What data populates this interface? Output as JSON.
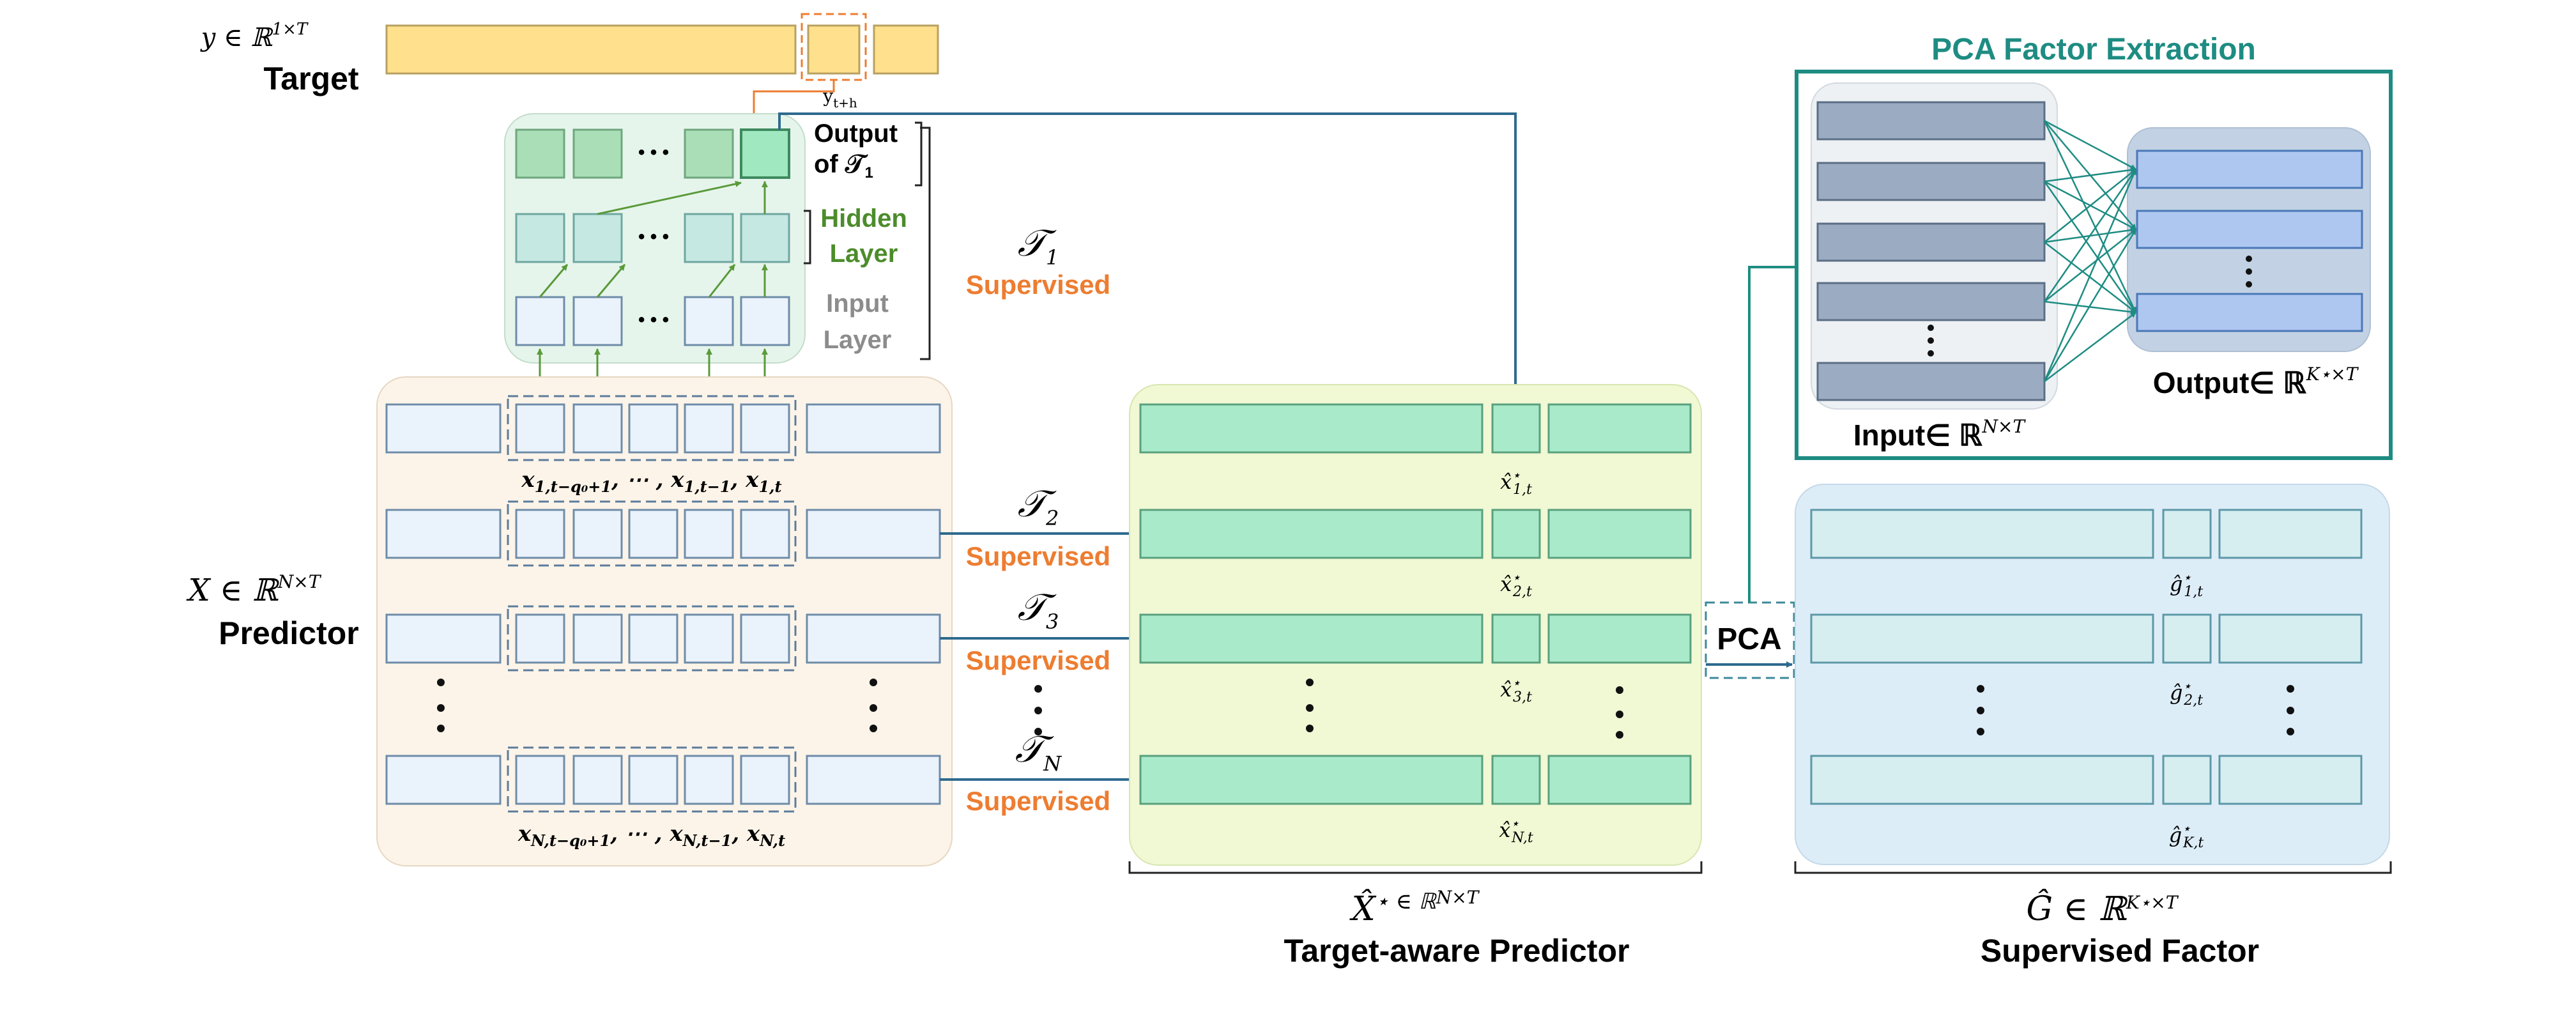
{
  "target": {
    "math": "y ∈ ℝ",
    "sup": "1×T",
    "label": "Target",
    "tick": "y",
    "tick_sub": "t+h"
  },
  "network": {
    "output_line1": "Output",
    "output_line2": "of 𝒯",
    "output_sub": "1",
    "hidden_line1": "Hidden",
    "hidden_line2": "Layer",
    "input_line1": "Input",
    "input_line2": "Layer",
    "ellipsis": "• • •"
  },
  "predictor": {
    "math": "X ∈ ℝ",
    "sup": "N×T",
    "label": "Predictor",
    "row1_lag": "x",
    "row1_lag_sub": "1,t−q₀+1",
    "row1_lag_rest": ", ⋯ , x",
    "row1_lag_sub2": "1,t−1",
    "row1_lag_rest2": ", x",
    "row1_lag_sub3": "1,t",
    "rowN_lag": "x",
    "rowN_lag_sub": "N,t−q₀+1",
    "rowN_lag_rest": ", ⋯ , x",
    "rowN_lag_sub2": "N,t−1",
    "rowN_lag_rest2": ", x",
    "rowN_lag_sub3": "N,t"
  },
  "tasks": [
    {
      "symbol": "𝒯",
      "sub": "1",
      "label": "Supervised"
    },
    {
      "symbol": "𝒯",
      "sub": "2",
      "label": "Supervised"
    },
    {
      "symbol": "𝒯",
      "sub": "3",
      "label": "Supervised"
    },
    {
      "symbol": "𝒯",
      "sub": "N",
      "label": "Supervised"
    }
  ],
  "target_aware": {
    "math": "X̂",
    "math_rest": "⋆ ∈ ℝ",
    "sup": "N×T",
    "label": "Target-aware Predictor",
    "cells": [
      {
        "sym": "x̂",
        "star": "⋆",
        "sub": "1,t"
      },
      {
        "sym": "x̂",
        "star": "⋆",
        "sub": "2,t"
      },
      {
        "sym": "x̂",
        "star": "⋆",
        "sub": "3,t"
      },
      {
        "sym": "x̂",
        "star": "⋆",
        "sub": "N,t"
      }
    ]
  },
  "pca": {
    "button": "PCA",
    "title": "PCA Factor Extraction",
    "input": "Input∈ ℝ",
    "input_sup": "N×T",
    "output": "Output∈ ℝ",
    "output_sup": "K⋆×T"
  },
  "factor": {
    "math": "Ĝ ∈ ℝ",
    "sup": "K⋆×T",
    "label": "Supervised Factor",
    "cells": [
      {
        "sym": "ĝ",
        "star": "⋆",
        "sub": "1,t"
      },
      {
        "sym": "ĝ",
        "star": "⋆",
        "sub": "2,t"
      },
      {
        "sym": "ĝ",
        "star": "⋆",
        "sub": "K,t"
      }
    ]
  },
  "colors": {
    "target_fill": "#FFE08C",
    "network_panel": "#E6F5EC",
    "predictor_panel": "#FDF4E9",
    "target_aware_panel": "#F0F8D4",
    "factor_panel": "#DDEDF8",
    "teal": "#1E8C82",
    "orange": "#ED7D31",
    "green_text": "#4C8C2B",
    "gray_text": "#8C8C8C",
    "arrow_blue": "#2E6A8E"
  }
}
